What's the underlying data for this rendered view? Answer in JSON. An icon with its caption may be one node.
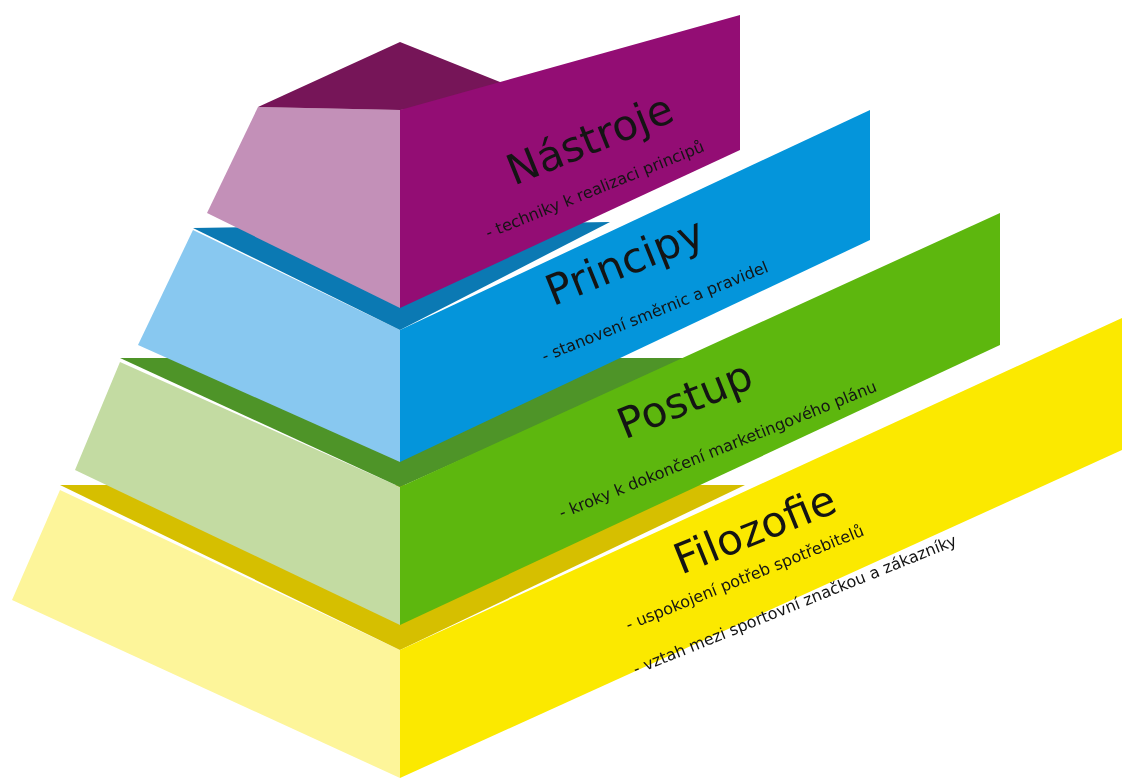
{
  "diagram": {
    "nodes": [
      {
        "text": [
          "Nástroje",
          "- techniky k realizaci principů"
        ]
      },
      {
        "text": [
          "Principy",
          "- stanovení směrnic a pravidel"
        ]
      },
      {
        "text": [
          "Postup",
          "- kroky k dokončení marketingového plánu"
        ]
      },
      {
        "text": [
          "Filozofie",
          "- uspokojení potřeb spotřebitelů",
          "- vztah mezi sportovní značkou a zákazníky"
        ]
      }
    ]
  }
}
